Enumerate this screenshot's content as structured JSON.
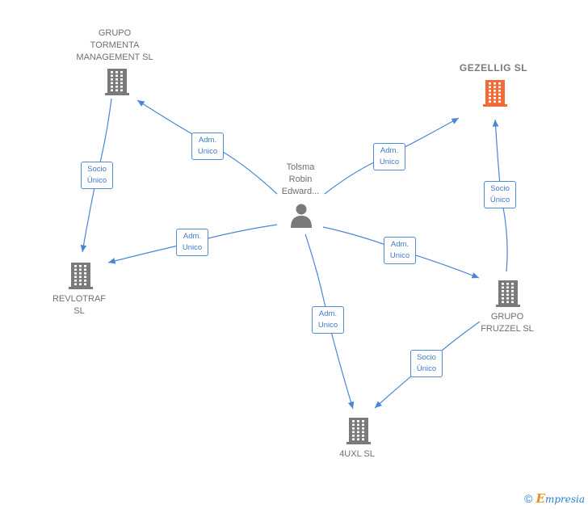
{
  "colors": {
    "edge": "#4a86d4",
    "node_gray": "#7a7a7a",
    "node_accent": "#f26a35",
    "label_text": "#3f7ac6"
  },
  "nodes": [
    {
      "id": "tormenta",
      "label": "GRUPO\nTORMENTA\nMANAGEMENT SL",
      "icon": "building-icon"
    },
    {
      "id": "gezellig",
      "label": "GEZELLIG  SL",
      "icon": "building-icon",
      "highlight": true
    },
    {
      "id": "person",
      "label": "Tolsma\nRobin\nEdward...",
      "icon": "person-icon"
    },
    {
      "id": "revlotraf",
      "label": "REVLOTRAF\nSL",
      "icon": "building-icon"
    },
    {
      "id": "fruzzel",
      "label": "GRUPO\nFRUZZEL SL",
      "icon": "building-icon"
    },
    {
      "id": "uxl",
      "label": "4UXL  SL",
      "icon": "building-icon"
    }
  ],
  "edges": [
    {
      "from": "person",
      "to": "tormenta",
      "label": "Adm.\nUnico"
    },
    {
      "from": "person",
      "to": "gezellig",
      "label": "Adm.\nUnico"
    },
    {
      "from": "person",
      "to": "revlotraf",
      "label": "Adm.\nUnico"
    },
    {
      "from": "person",
      "to": "fruzzel",
      "label": "Adm.\nUnico"
    },
    {
      "from": "person",
      "to": "uxl",
      "label": "Adm.\nUnico"
    },
    {
      "from": "tormenta",
      "to": "revlotraf",
      "label": "Socio\nÚnico"
    },
    {
      "from": "fruzzel",
      "to": "gezellig",
      "label": "Socio\nÚnico"
    },
    {
      "from": "fruzzel",
      "to": "uxl",
      "label": "Socio\nÚnico"
    }
  ],
  "footer": {
    "copyright": "©",
    "brand_first": "E",
    "brand_rest": "mpresia"
  }
}
